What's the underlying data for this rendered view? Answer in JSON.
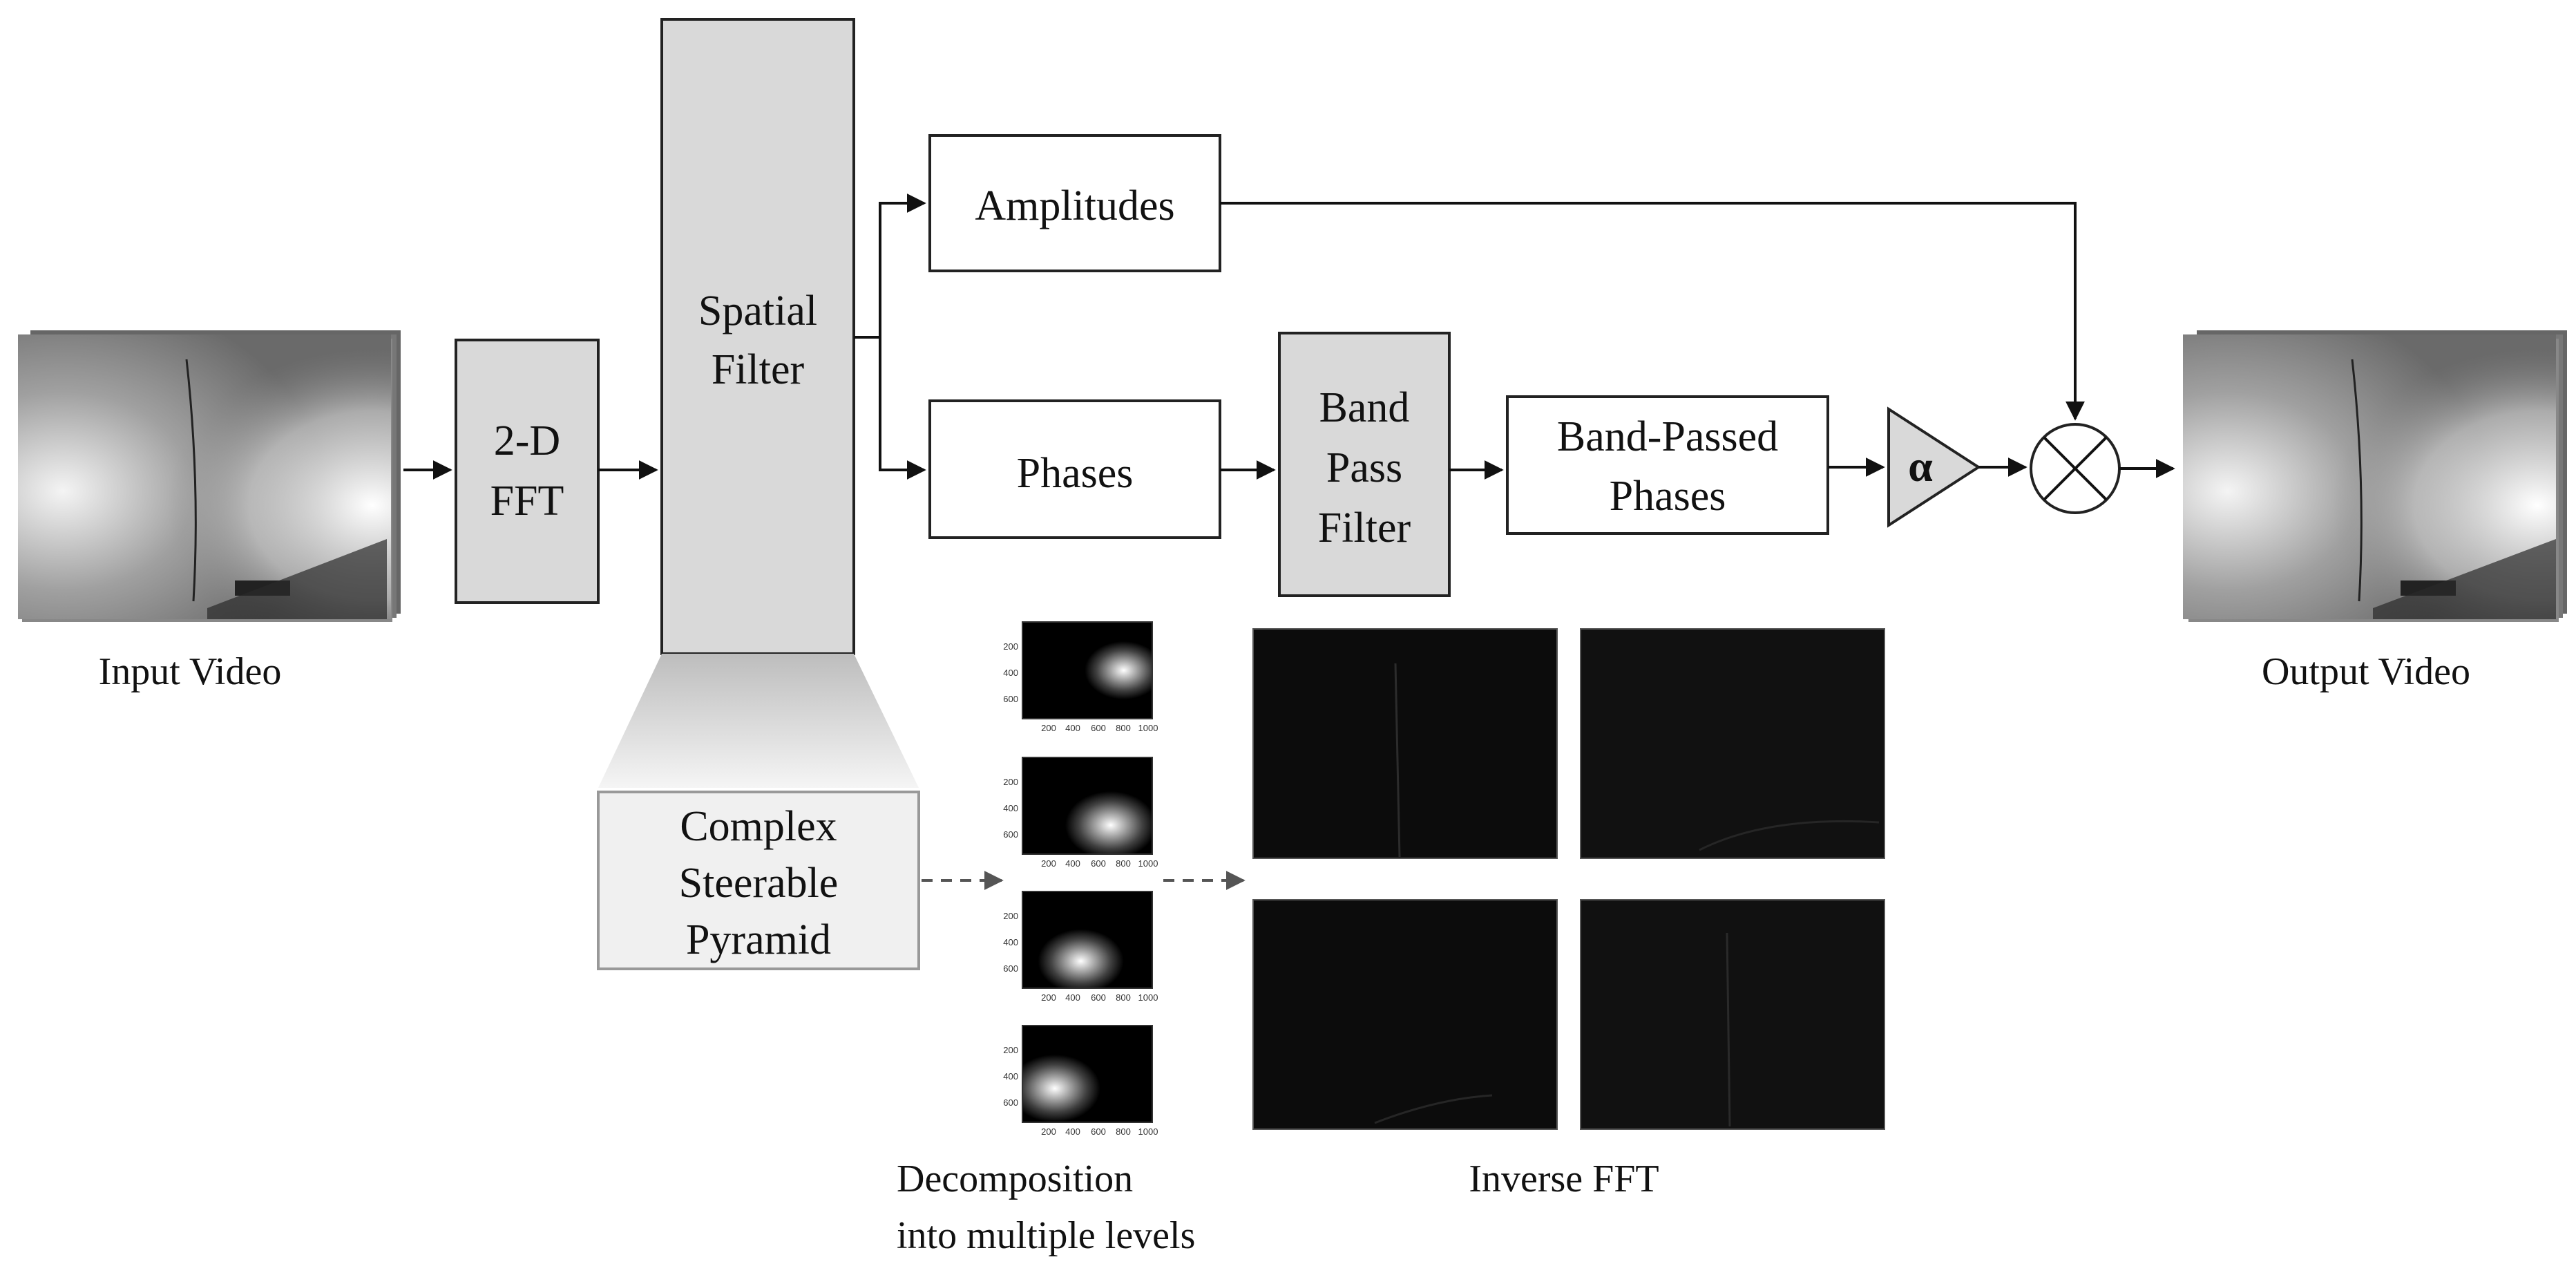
{
  "labels": {
    "input_video": "Input Video",
    "output_video": "Output Video",
    "fft_line1": "2-D",
    "fft_line2": "FFT",
    "spatial_line1": "Spatial",
    "spatial_line2": "Filter",
    "amplitudes": "Amplitudes",
    "phases": "Phases",
    "bpf_line1": "Band",
    "bpf_line2": "Pass",
    "bpf_line3": "Filter",
    "bpp_line1": "Band-Passed",
    "bpp_line2": "Phases",
    "alpha": "α",
    "csp_line1": "Complex",
    "csp_line2": "Steerable",
    "csp_line3": "Pyramid",
    "decomp_line1": "Decomposition",
    "decomp_line2": "into multiple levels",
    "inverse_fft": "Inverse FFT"
  },
  "pyramid_ticks": {
    "y": [
      "200",
      "400",
      "600"
    ],
    "x": [
      "200",
      "400",
      "600",
      "800",
      "1000"
    ]
  },
  "colors": {
    "block_gray": "#d9d9d9",
    "pyramid_box": "#f0f0f0",
    "stroke": "#222222"
  }
}
